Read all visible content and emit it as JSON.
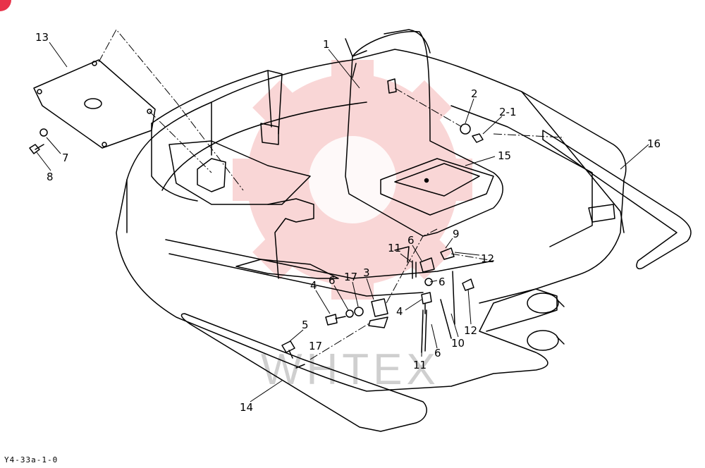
{
  "drawing_code": "Y4-33a-1-0",
  "watermark": "WHTEX",
  "callouts": [
    "1",
    "2",
    "2-1",
    "3",
    "4",
    "4",
    "5",
    "6",
    "6",
    "6",
    "6",
    "7",
    "8",
    "9",
    "10",
    "11",
    "11",
    "12",
    "12",
    "13",
    "14",
    "15",
    "16",
    "17",
    "17"
  ],
  "colors": {
    "line": "#000000",
    "watermark": "#e84b4b",
    "corner_mark": "#e8334a"
  }
}
